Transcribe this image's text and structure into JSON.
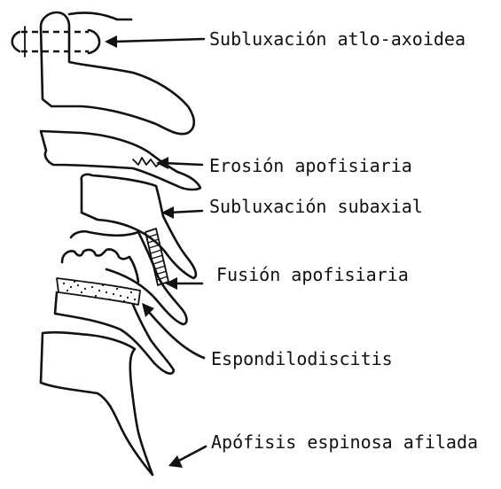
{
  "labels": {
    "atlanto_axial": "Subluxación atlo-axoidea",
    "apophyseal_erosion": "Erosión apofisiaria",
    "subaxial": "Subluxación subaxial",
    "apophyseal_fusion": "Fusión apofisiaria",
    "spondylodiscitis": "Espondilodiscitis",
    "sharp_spinous": "Apófisis espinosa afilada"
  },
  "colors": {
    "ink": "#111111",
    "background": "#ffffff"
  }
}
